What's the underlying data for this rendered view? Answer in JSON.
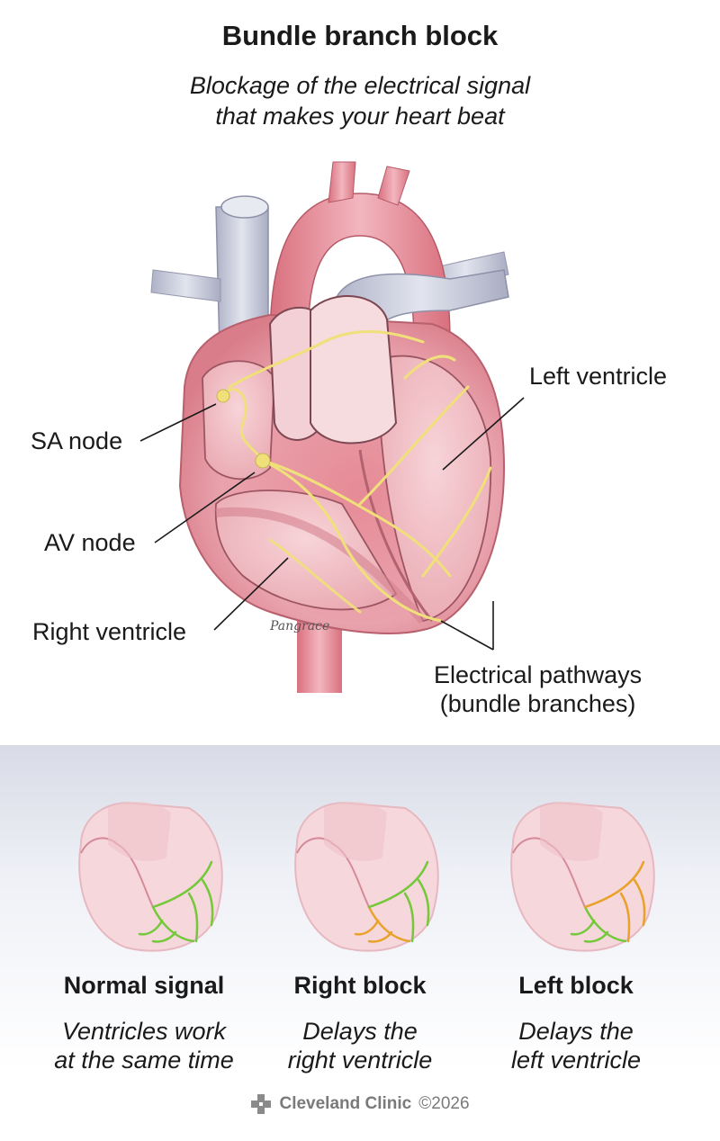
{
  "header": {
    "title": "Bundle branch block",
    "subtitle": [
      "Blockage of the electrical signal",
      "that makes your heart beat"
    ]
  },
  "labels": {
    "sa_node": "SA node",
    "av_node": "AV node",
    "right_ventricle": "Right ventricle",
    "left_ventricle": "Left ventricle",
    "pathways": [
      "Electrical pathways",
      "(bundle branches)"
    ]
  },
  "panels": [
    {
      "title": "Normal signal",
      "description": [
        "Ventricles work",
        "at the same time"
      ],
      "state": "normal"
    },
    {
      "title": "Right block",
      "description": [
        "Delays the",
        "right ventricle"
      ],
      "state": "right-block"
    },
    {
      "title": "Left block",
      "description": [
        "Delays the",
        "left ventricle"
      ],
      "state": "left-block"
    }
  ],
  "footer": {
    "brand": "Cleveland Clinic",
    "copyright": "©2026",
    "logo_icon": "cleveland-clinic-cross-icon"
  },
  "colors": {
    "normal_signal": "#74c83a",
    "delayed_signal": "#e8a22a",
    "conduction": "#f2e27a",
    "heart": "#e79aa4",
    "vessel": "#c7cad9"
  }
}
